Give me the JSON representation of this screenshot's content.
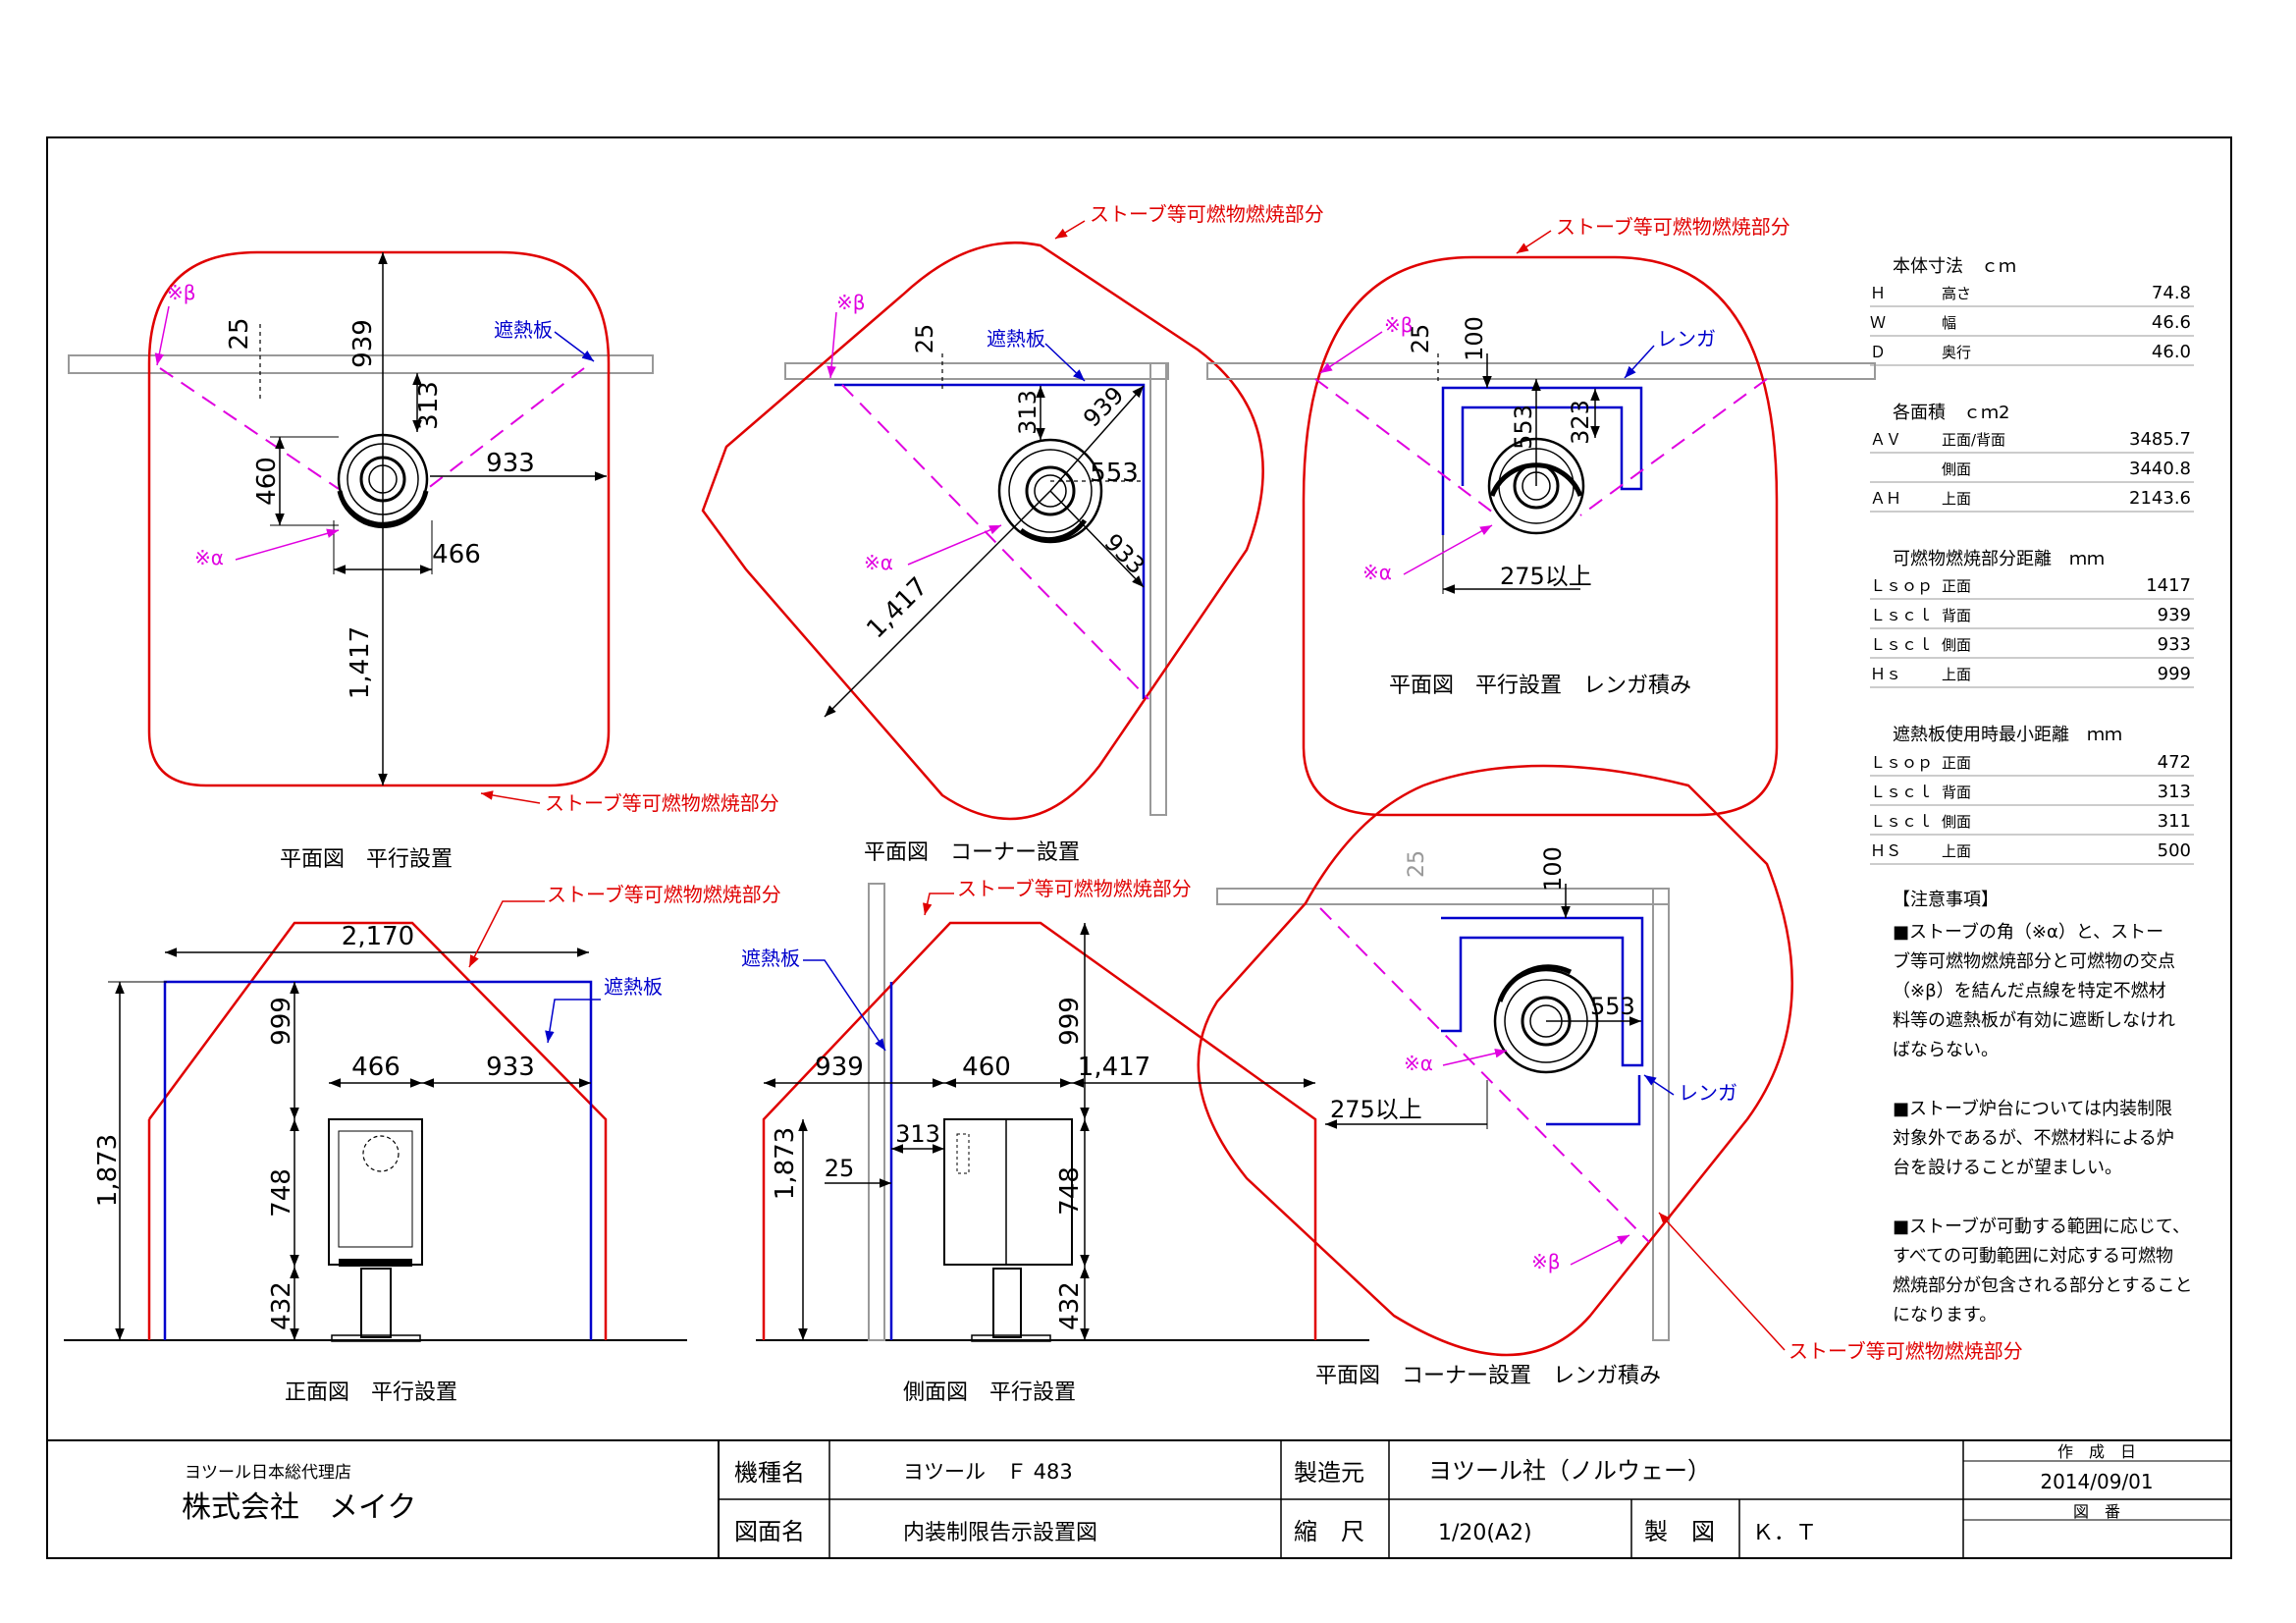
{
  "colors": {
    "fire_zone": "#e00000",
    "shield": "#0000cc",
    "dash_line": "#e000e0",
    "wall": "#999999",
    "ink": "#000000"
  },
  "labels": {
    "fire_zone": "ストーブ等可燃物燃焼部分",
    "shield": "遮熱板",
    "brick": "レンガ",
    "alpha": "※α",
    "beta": "※β",
    "brick_275": "275以上"
  },
  "views": {
    "plan_parallel": {
      "title": "平面図　平行設置",
      "dims": {
        "d939": "939",
        "d25": "25",
        "d313": "313",
        "d460": "460",
        "d933": "933",
        "d466": "466",
        "d1417": "1,417"
      }
    },
    "plan_corner": {
      "title": "平面図　コーナー設置",
      "dims": {
        "d25": "25",
        "d313": "313",
        "d939": "939",
        "d553": "553",
        "d933": "933",
        "d1417": "1,417"
      }
    },
    "plan_parallel_brick": {
      "title": "平面図　平行設置　レンガ積み",
      "dims": {
        "d25": "25",
        "d100": "100",
        "d553": "553",
        "d323": "323"
      }
    },
    "plan_corner_brick": {
      "title": "平面図　コーナー設置　レンガ積み",
      "dims": {
        "d25": "25",
        "d100": "100",
        "d553": "553"
      }
    },
    "front": {
      "title": "正面図　平行設置",
      "dims": {
        "d2170": "2,170",
        "d999": "999",
        "d466": "466",
        "d933": "933",
        "d1873": "1,873",
        "d748": "748",
        "d432": "432"
      }
    },
    "side": {
      "title": "側面図　平行設置",
      "dims": {
        "d999": "999",
        "d939": "939",
        "d460": "460",
        "d1417": "1,417",
        "d1873": "1,873",
        "d313": "313",
        "d25": "25",
        "d748": "748",
        "d432": "432"
      }
    }
  },
  "specs": {
    "body": {
      "title": "本体寸法　ｃｍ",
      "rows": [
        {
          "code": "Ｈ",
          "name": "高さ",
          "value": "74.8"
        },
        {
          "code": "Ｗ",
          "name": "幅",
          "value": "46.6"
        },
        {
          "code": "Ｄ",
          "name": "奥行",
          "value": "46.0"
        }
      ]
    },
    "area": {
      "title": "各面積　ｃｍ2",
      "rows": [
        {
          "code": "ＡＶ",
          "name": "正面/背面",
          "value": "3485.7"
        },
        {
          "code": "",
          "name": "側面",
          "value": "3440.8"
        },
        {
          "code": "ＡＨ",
          "name": "上面",
          "value": "2143.6"
        }
      ]
    },
    "distance": {
      "title": "可燃物燃焼部分距離　ｍｍ",
      "rows": [
        {
          "code": "Ｌｓｏｐ",
          "name": "正面",
          "value": "1417"
        },
        {
          "code": "Ｌｓｃｌ",
          "name": "背面",
          "value": "939"
        },
        {
          "code": "Ｌｓｃｌ",
          "name": "側面",
          "value": "933"
        },
        {
          "code": "Ｈｓ",
          "name": "上面",
          "value": "999"
        }
      ]
    },
    "shield_min": {
      "title": "遮熱板使用時最小距離　ｍｍ",
      "rows": [
        {
          "code": "Ｌｓｏｐ",
          "name": "正面",
          "value": "472"
        },
        {
          "code": "Ｌｓｃｌ",
          "name": "背面",
          "value": "313"
        },
        {
          "code": "Ｌｓｃｌ",
          "name": "側面",
          "value": "311"
        },
        {
          "code": "ＨＳ",
          "name": "上面",
          "value": "500"
        }
      ]
    }
  },
  "notes": {
    "title": "【注意事項】",
    "lines": [
      "■ストーブの角（※α）と、ストー",
      "ブ等可燃物燃焼部分と可燃物の交点",
      "（※β）を結んだ点線を特定不燃材",
      "料等の遮熱板が有効に遮断しなけれ",
      "ばならない。",
      "",
      "■ストーブ炉台については内装制限",
      "対象外であるが、不燃材料による炉",
      "台を設けることが望ましい。",
      "",
      "■ストーブが可動する範囲に応じて、",
      "すべての可動範囲に対応する可燃物",
      "燃焼部分が包含される部分とすること",
      "になります。"
    ]
  },
  "title_block": {
    "agency_small": "ヨツール日本総代理店",
    "company": "株式会社　メイク",
    "model_label": "機種名",
    "model_value": "ヨツール　Ｆ 483",
    "drawing_label": "図面名",
    "drawing_value": "内装制限告示設置図",
    "maker_label": "製造元",
    "maker_value": "ヨツール社（ノルウェー）",
    "scale_label": "縮　尺",
    "scale_value": "1/20(A2)",
    "drawn_label": "製　図",
    "drawn_value": "Ｋ．Ｔ",
    "date_label": "作　成　日",
    "date_value": "2014/09/01",
    "number_label": "図　番"
  }
}
